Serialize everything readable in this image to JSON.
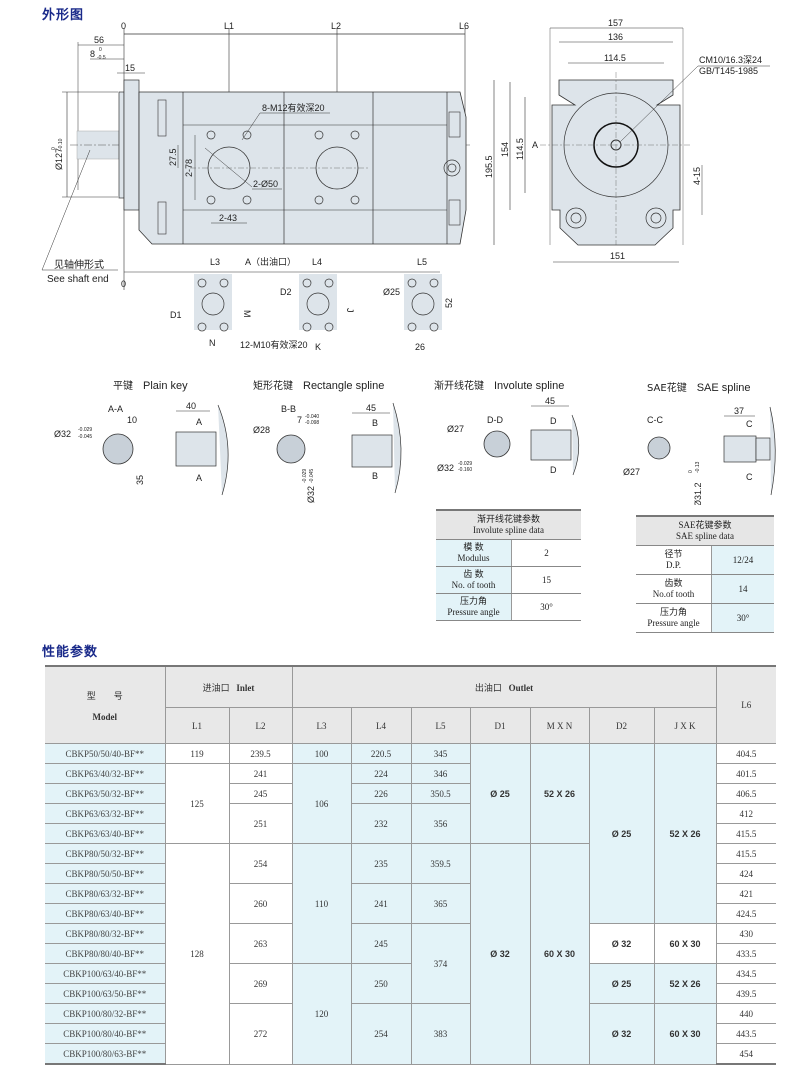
{
  "sections": {
    "outline_title": "外形图",
    "performance_title": "性能参数"
  },
  "side_view": {
    "datum_labels": [
      "0",
      "L1",
      "L2",
      "L6"
    ],
    "bottom_zero": "0",
    "dims": {
      "d56": "56",
      "d8": "8",
      "d8_tol_upper": "0",
      "d8_tol_lower": "-0.5",
      "d15": "15",
      "d127": "Ø127",
      "d127_tol_upper": "0",
      "d127_tol_lower": "-0.10",
      "d27_5": "27.5",
      "d2_78": "2-78",
      "d2_43": "2-43",
      "holes_note": "8-M12有效深20",
      "bore_note": "2-Ø50"
    },
    "shaft_note_cn": "见轴伸形式",
    "shaft_note_en": "See shaft end"
  },
  "end_view": {
    "dims": {
      "d157": "157",
      "d136": "136",
      "d114_5_top": "114.5",
      "d195_5": "195.5",
      "d154": "154",
      "d114_5_side": "114.5",
      "d151": "151",
      "d4_15": "4-15",
      "section_A": "A"
    },
    "thread_note_1": "CM10/16.3深24",
    "thread_note_2": "GB/T145-1985"
  },
  "outlet_view": {
    "title": "A（出油口）",
    "port_labels": [
      "L3",
      "L4",
      "L5"
    ],
    "d1": "D1",
    "d2": "D2",
    "d25": "Ø25",
    "m": "M",
    "n": "N",
    "j": "J",
    "k": "K",
    "d52": "52",
    "d26": "26",
    "holes_note": "12-M10有效深20"
  },
  "shaft_ends": [
    {
      "name_cn": "平键",
      "name_en": "Plain key",
      "section": "A-A",
      "cut": "A",
      "dia": "Ø32",
      "dia_tol_upper": "-0.029",
      "dia_tol_lower": "-0.045",
      "key_width": "10",
      "height": "35",
      "length": "40"
    },
    {
      "name_cn": "矩形花键",
      "name_en": "Rectangle spline",
      "section": "B-B",
      "cut": "B",
      "dia_minor": "Ø28",
      "key_width": "7",
      "key_tol_upper": "-0.040",
      "key_tol_lower": "-0.098",
      "dia": "Ø32",
      "dia_tol_upper": "-0.029",
      "dia_tol_lower": "-0.045",
      "length": "45"
    },
    {
      "name_cn": "渐开线花键",
      "name_en": "Involute spline",
      "section": "D-D",
      "cut": "D",
      "dia_minor": "Ø27",
      "dia": "Ø32",
      "dia_tol_upper": "-0.029",
      "dia_tol_lower": "-0.160",
      "length": "45"
    },
    {
      "name_cn": "SAE花键",
      "name_en": "SAE spline",
      "section": "C-C",
      "cut": "C",
      "dia_minor": "Ø27",
      "dia": "Ø31.2",
      "dia_tol_upper": "0",
      "dia_tol_lower": "-0.13",
      "length": "37"
    }
  ],
  "involute_table": {
    "title_cn": "渐开线花键参数",
    "title_en": "Involute  spline data",
    "rows": [
      {
        "cn": "模 数",
        "en": "Modulus",
        "value": "2"
      },
      {
        "cn": "齿 数",
        "en": "No. of tooth",
        "value": "15"
      },
      {
        "cn": "压力角",
        "en": "Pressure angle",
        "value": "30°"
      }
    ]
  },
  "sae_table": {
    "title_cn": "SAE花键参数",
    "title_en": "SAE spline data",
    "rows": [
      {
        "cn": "径节",
        "en": "D.P.",
        "value": "12/24"
      },
      {
        "cn": "齿数",
        "en": "No.of tooth",
        "value": "14"
      },
      {
        "cn": "压力角",
        "en": "Pressure angle",
        "value": "30°"
      }
    ]
  },
  "performance_table": {
    "headers": {
      "model_cn": "型　　号",
      "model_en": "Model",
      "inlet_cn": "进油口",
      "inlet_en": "Inlet",
      "outlet_cn": "出油口",
      "outlet_en": "Outlet",
      "l1": "L1",
      "l2": "L2",
      "l3": "L3",
      "l4": "L4",
      "l5": "L5",
      "d1": "D1",
      "mxn": "M X N",
      "d2": "D2",
      "jxk": "J X K",
      "l6": "L6"
    },
    "models": [
      "CBKP50/50/40-BF**",
      "CBKP63/40/32-BF**",
      "CBKP63/50/32-BF**",
      "CBKP63/63/32-BF**",
      "CBKP63/63/40-BF**",
      "CBKP80/50/32-BF**",
      "CBKP80/50/50-BF**",
      "CBKP80/63/32-BF**",
      "CBKP80/63/40-BF**",
      "CBKP80/80/32-BF**",
      "CBKP80/80/40-BF**",
      "CBKP100/63/40-BF**",
      "CBKP100/63/50-BF**",
      "CBKP100/80/32-BF**",
      "CBKP100/80/40-BF**",
      "CBKP100/80/63-BF**"
    ],
    "l1": [
      "119",
      "125",
      "128"
    ],
    "l2": [
      "239.5",
      "241",
      "245",
      "251",
      "254",
      "260",
      "263",
      "269",
      "272"
    ],
    "l3": [
      "100",
      "106",
      "110",
      "120"
    ],
    "l4": [
      "220.5",
      "224",
      "226",
      "232",
      "235",
      "241",
      "245",
      "250",
      "254"
    ],
    "l5": [
      "345",
      "346",
      "350.5",
      "356",
      "359.5",
      "365",
      "374",
      "383"
    ],
    "d1": [
      "Ø 25",
      "Ø 32"
    ],
    "mxn": [
      "52 X 26",
      "60 X 30"
    ],
    "d2": [
      "Ø 25",
      "Ø 32",
      "Ø 25",
      "Ø 32"
    ],
    "jxk": [
      "52 X 26",
      "60 X 30",
      "52 X 26",
      "60 X 30"
    ],
    "l6": [
      "404.5",
      "401.5",
      "406.5",
      "412",
      "415.5",
      "415.5",
      "424",
      "421",
      "424.5",
      "430",
      "433.5",
      "434.5",
      "439.5",
      "440",
      "443.5",
      "454"
    ]
  }
}
